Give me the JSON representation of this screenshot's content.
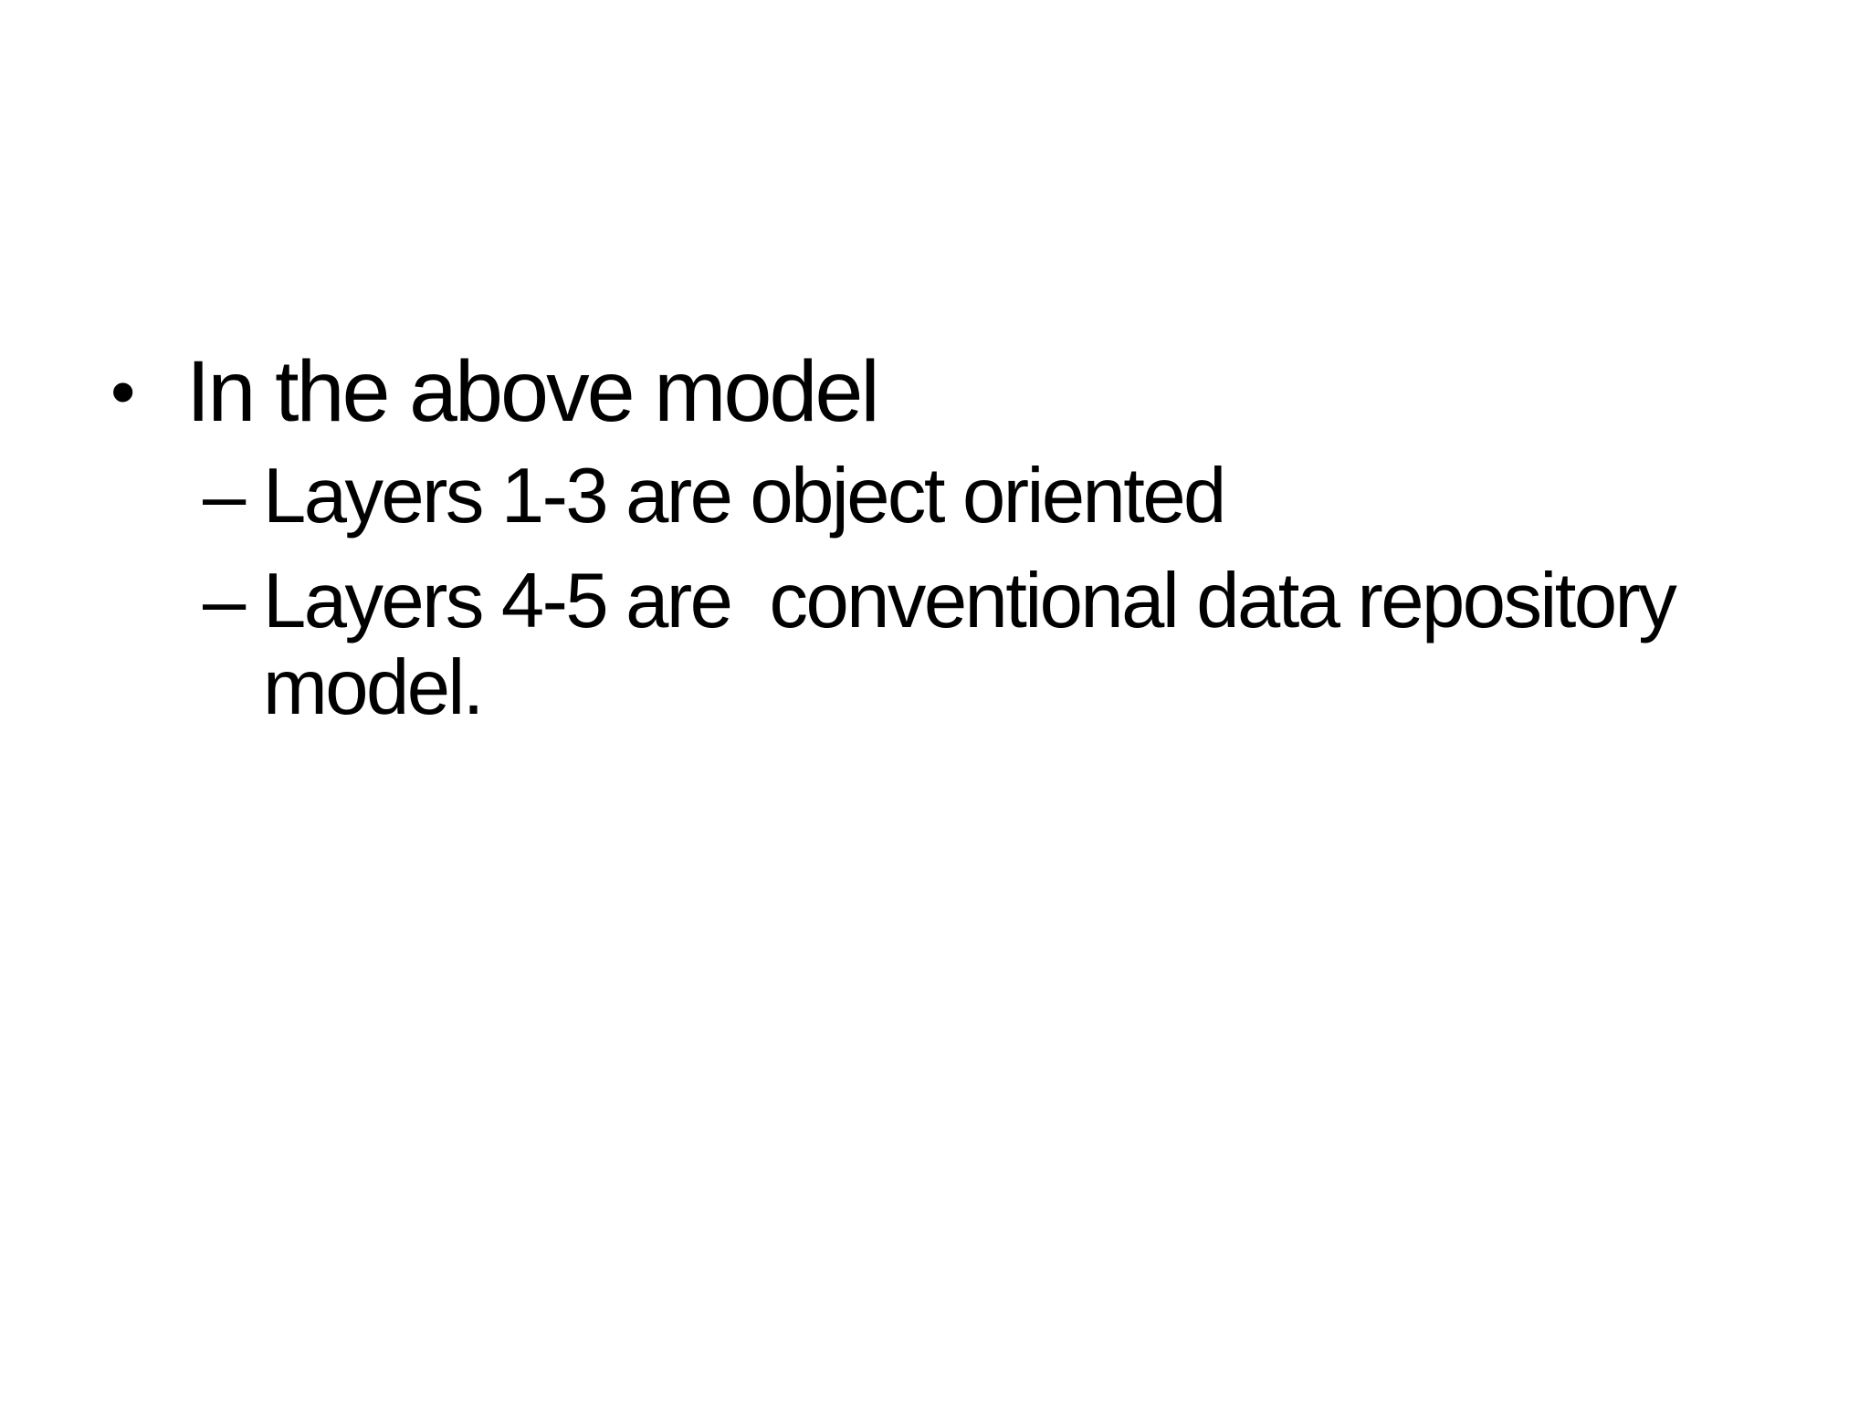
{
  "slide": {
    "background_color": "#ffffff",
    "text_color": "#000000",
    "bullet": {
      "marker": "•",
      "text": "In the above model",
      "children": [
        {
          "marker": "–",
          "text": "Layers 1-3 are object oriented"
        },
        {
          "marker": "–",
          "text": "Layers 4-5 are  conventional data repository model."
        }
      ]
    }
  }
}
